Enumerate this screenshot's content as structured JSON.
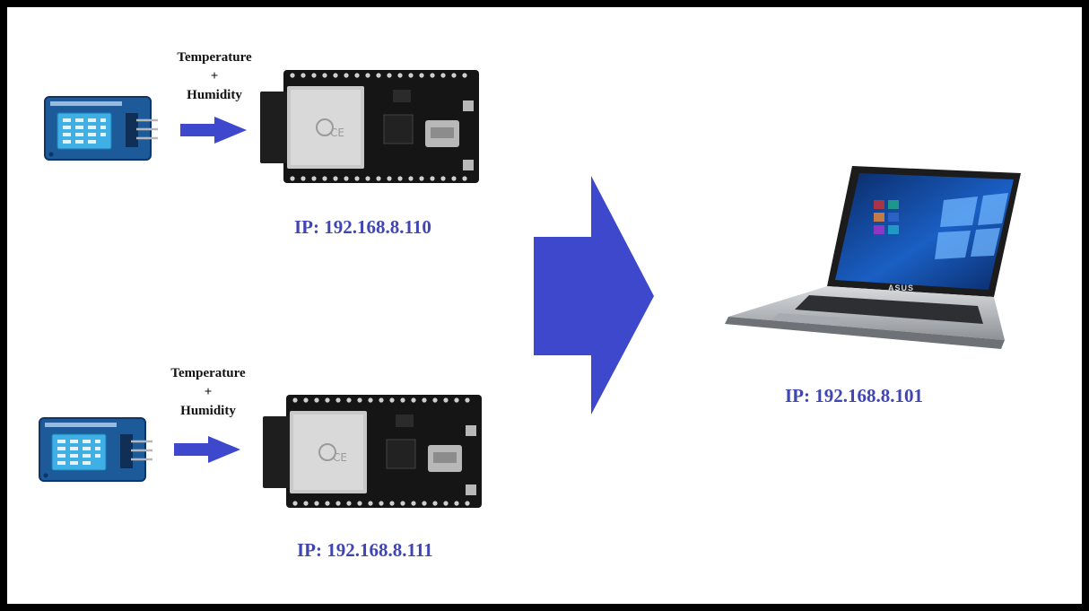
{
  "diagram": {
    "nodes": {
      "node1": {
        "label_line1": "Temperature",
        "label_line2": "+",
        "label_line3": "Humidity",
        "ip_text": "IP: 192.168.8.110"
      },
      "node2": {
        "label_line1": "Temperature",
        "label_line2": "+",
        "label_line3": "Humidity",
        "ip_text": "IP: 192.168.8.111"
      },
      "laptop": {
        "ip_text": "IP: 192.168.8.101",
        "brand": "ASUS"
      }
    },
    "colors": {
      "arrow": "#3d48cc",
      "ip_text": "#3f46b4",
      "sensor_board": "#1d5a9a",
      "sensor_module": "#3fb0e6",
      "esp_board": "#151515",
      "frame": "#000000"
    },
    "icons": [
      "dht-sensor-icon",
      "esp32-board-icon",
      "laptop-icon",
      "arrow-icon"
    ]
  }
}
